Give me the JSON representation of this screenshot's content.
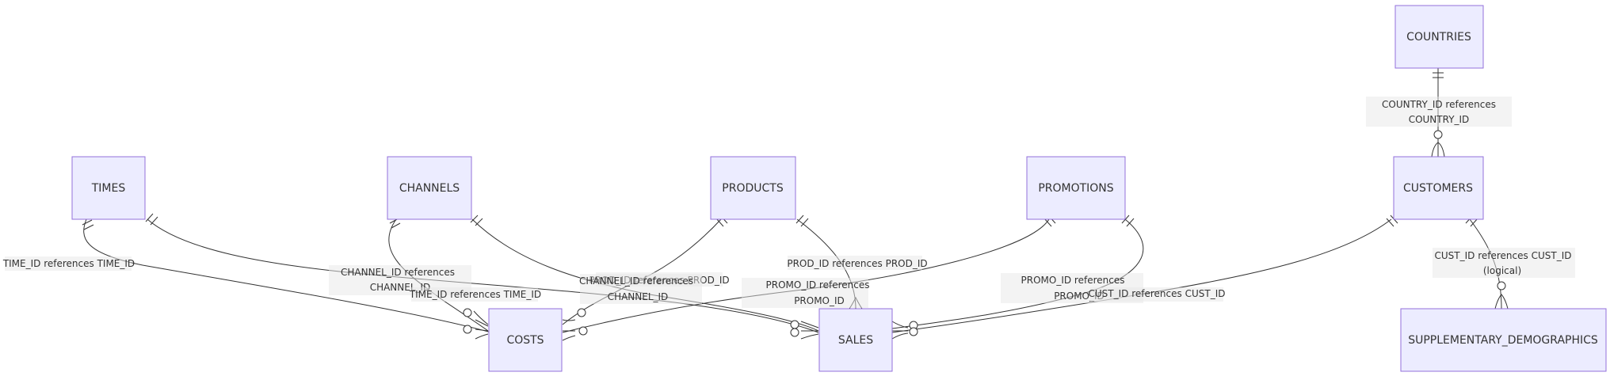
{
  "diagram": {
    "type": "entity-relationship",
    "entities": {
      "countries": "COUNTRIES",
      "times": "TIMES",
      "channels": "CHANNELS",
      "products": "PRODUCTS",
      "promotions": "PROMOTIONS",
      "customers": "CUSTOMERS",
      "costs": "COSTS",
      "sales": "SALES",
      "supplementary_demographics": "SUPPLEMENTARY_DEMOGRAPHICS"
    },
    "relationships": {
      "countries_customers": [
        "COUNTRY_ID references",
        "COUNTRY_ID"
      ],
      "times_costs": [
        "TIME_ID references TIME_ID"
      ],
      "channels_costs": [
        "CHANNEL_ID references",
        "CHANNEL_ID"
      ],
      "times_sales": [
        "TIME_ID references TIME_ID"
      ],
      "products_costs": [
        "PROD_ID references PROD_ID"
      ],
      "channels_sales": [
        "CHANNEL_ID references",
        "CHANNEL_ID"
      ],
      "products_sales": [
        "PROD_ID references PROD_ID"
      ],
      "promotions_costs": [
        "PROMO_ID references",
        "PROMO_ID"
      ],
      "promotions_sales": [
        "PROMO_ID references",
        "PROMO_ID"
      ],
      "customers_sales": [
        "CUST_ID references CUST_ID"
      ],
      "customers_demographics": [
        "CUST_ID references CUST_ID",
        "(logical)"
      ]
    },
    "cardinality": {
      "parent_end": "exactly one",
      "child_end": "zero or many"
    }
  }
}
